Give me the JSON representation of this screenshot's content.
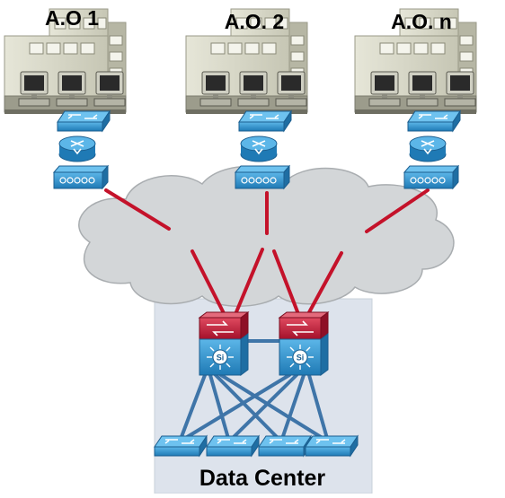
{
  "offices": [
    {
      "label": "A.O 1"
    },
    {
      "label": "A.O. 2"
    },
    {
      "label": "A.O. n"
    }
  ],
  "data_center": {
    "label": "Data Center"
  },
  "colors": {
    "building_wall": "#d8d8c8",
    "building_wall_dark": "#b8b8a8",
    "cloud": "#d3d6d8",
    "cloud_stroke": "#a9adb0",
    "wan_link": "#c4122a",
    "lan_link": "#3f75a8",
    "dc_panel": "#dce2ea",
    "cisco_blue": "#2b8fc8",
    "cisco_blue_dark": "#1b5e8f",
    "cisco_red": "#c01a34"
  }
}
